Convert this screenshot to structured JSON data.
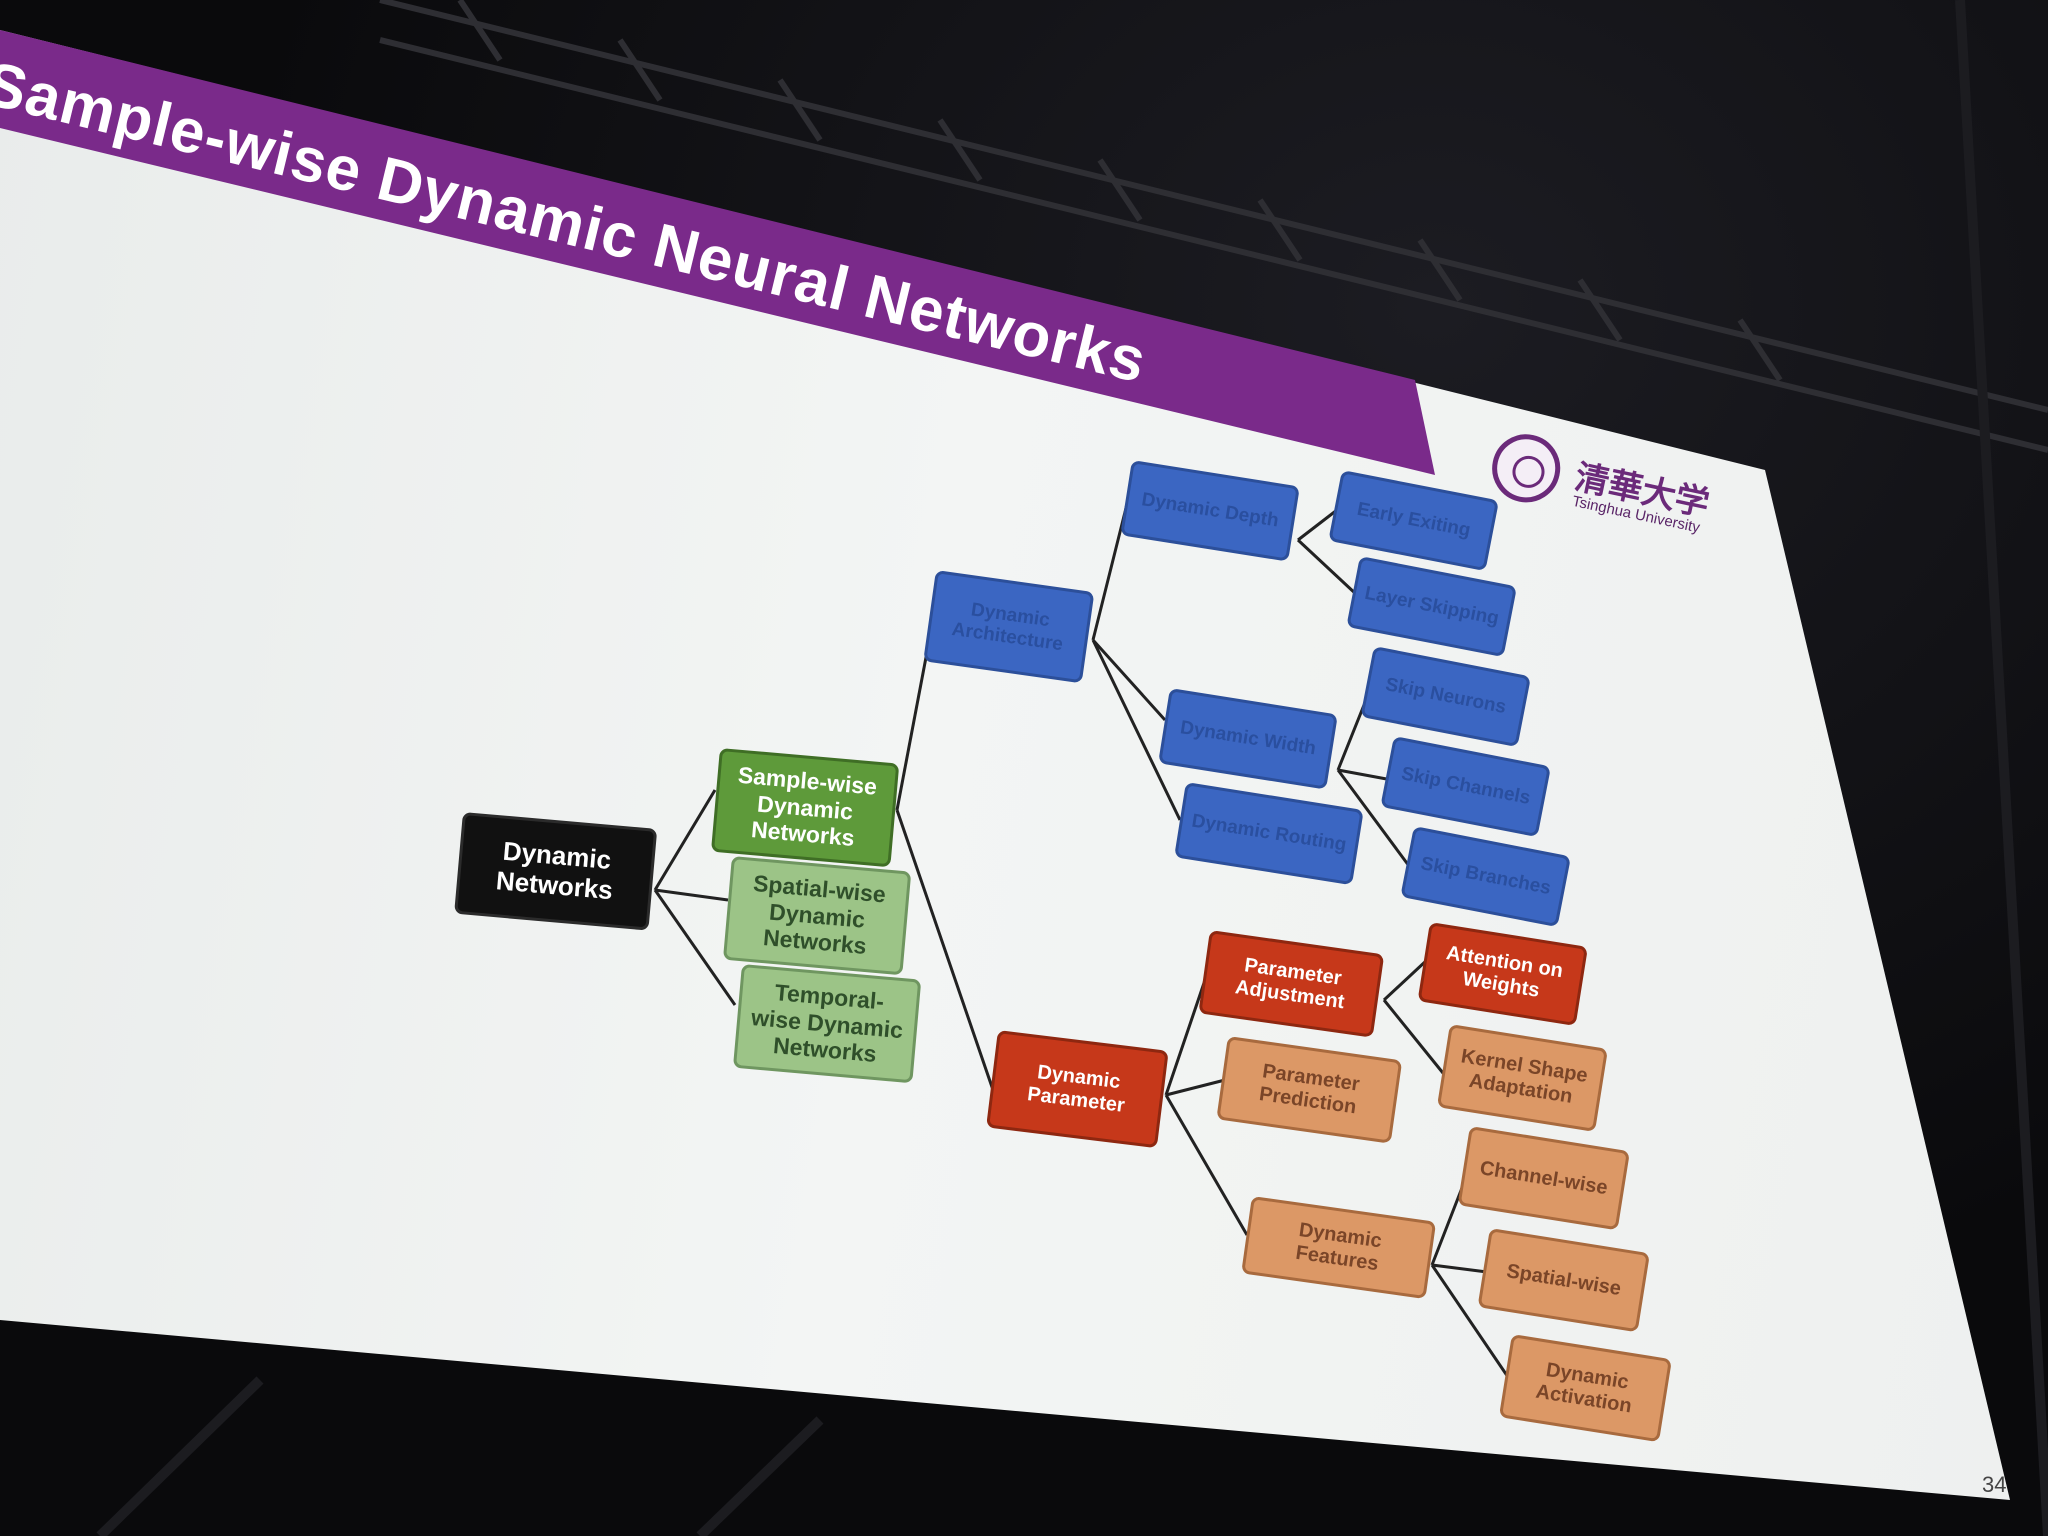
{
  "slide": {
    "title": "Sample-wise Dynamic Neural Networks",
    "page_number": "34",
    "logo": {
      "name_cn": "清華大学",
      "name_en": "Tsinghua University"
    }
  },
  "tree": {
    "root": "Dynamic Networks",
    "level1": {
      "sample_wise": "Sample-wise Dynamic Networks",
      "spatial_wise": "Spatial-wise Dynamic Networks",
      "temporal_wise": "Temporal-wise Dynamic Networks"
    },
    "level2": {
      "dynamic_architecture": "Dynamic Architecture",
      "dynamic_parameter": "Dynamic Parameter"
    },
    "level3": {
      "dynamic_depth": "Dynamic Depth",
      "dynamic_width": "Dynamic Width",
      "dynamic_routing": "Dynamic Routing",
      "parameter_adjustment": "Parameter Adjustment",
      "parameter_prediction": "Parameter Prediction",
      "dynamic_features": "Dynamic Features"
    },
    "level4": {
      "early_exiting": "Early Exiting",
      "layer_skipping": "Layer Skipping",
      "skip_neurons": "Skip Neurons",
      "skip_channels": "Skip Channels",
      "skip_branches": "Skip Branches",
      "attention_on_weights": "Attention on Weights",
      "kernel_shape_adaptation": "Kernel Shape Adaptation",
      "channel_wise": "Channel-wise",
      "spatial_wise_feat": "Spatial-wise",
      "dynamic_activation": "Dynamic Activation"
    }
  },
  "colors": {
    "title_bar": "#7a2a8a",
    "root": "#111111",
    "sample_wise": "#5e9a3a",
    "other_dims": "#9cc487",
    "architecture": "#3b66c2",
    "parameter_primary": "#c6381a",
    "parameter_secondary": "#dc9866"
  }
}
